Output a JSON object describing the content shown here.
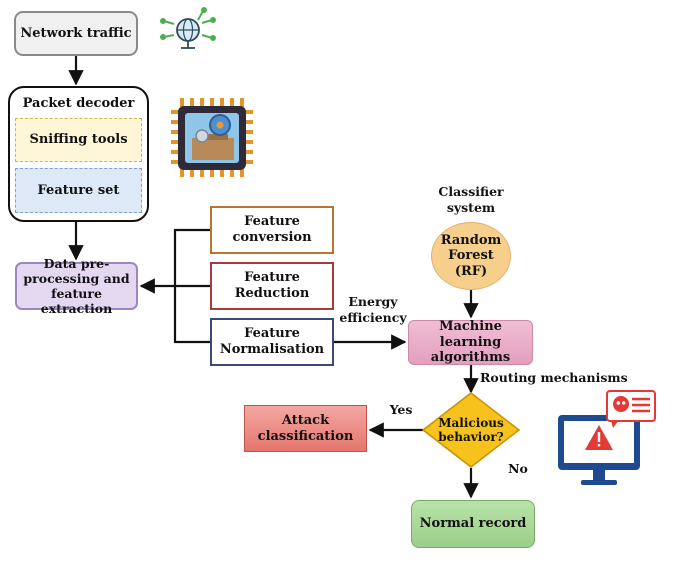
{
  "nodes": {
    "network_traffic": "Network traffic",
    "packet_decoder": "Packet decoder",
    "sniffing_tools": "Sniffing tools",
    "feature_set": "Feature set",
    "data_preprocessing": "Data pre-processing and feature extraction",
    "feature_conversion": "Feature conversion",
    "feature_reduction": "Feature Reduction",
    "feature_normalisation": "Feature Normalisation",
    "classifier_system": "Classifier system",
    "random_forest": "Random Forest (RF)",
    "ml_algorithms": "Machine learning algorithms",
    "malicious_behavior": "Malicious behavior?",
    "attack_classification": "Attack classification",
    "normal_record": "Normal record"
  },
  "labels": {
    "energy_efficiency": "Energy efficiency",
    "routing_mechanisms": "Routing mechanisms",
    "yes": "Yes",
    "no": "No"
  },
  "icons": {
    "network": "network-globe-icon",
    "chip": "processor-chip-icon",
    "alert": "monitor-alert-icon"
  }
}
